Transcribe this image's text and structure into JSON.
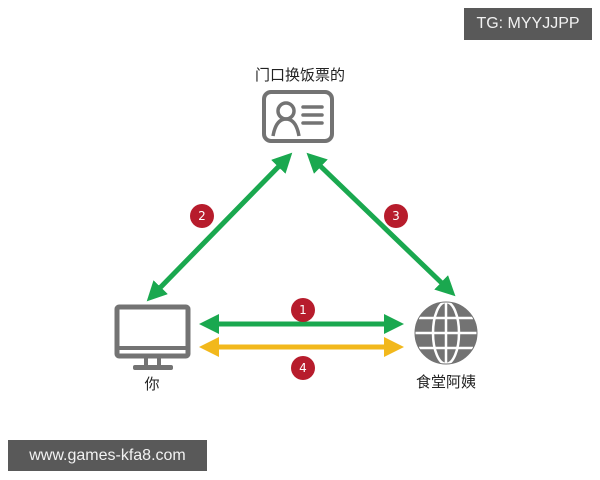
{
  "corner_tag": {
    "text": "TG: MYYJJPP"
  },
  "watermark": {
    "text": "www.games-kfa8.com"
  },
  "nodes": {
    "top": {
      "label": "门口换饭票的",
      "icon": "id-card-icon"
    },
    "left": {
      "label": "你",
      "icon": "monitor-icon"
    },
    "right": {
      "label": "食堂阿姨",
      "icon": "globe-icon"
    }
  },
  "steps": [
    {
      "number": "1",
      "from": "你",
      "to": "食堂阿姨",
      "color": "#1aa84f"
    },
    {
      "number": "2",
      "from": "门口换饭票的",
      "to": "你",
      "color": "#1aa84f"
    },
    {
      "number": "3",
      "from": "门口换饭票的",
      "to": "食堂阿姨",
      "color": "#1aa84f"
    },
    {
      "number": "4",
      "from": "你",
      "to": "食堂阿姨",
      "color": "#f2b81c"
    }
  ],
  "colors": {
    "green_arrow": "#1aa84f",
    "yellow_arrow": "#f2b81c",
    "step_badge": "#b71c2c",
    "icon_gray": "#737373",
    "tag_bg": "#595959"
  }
}
